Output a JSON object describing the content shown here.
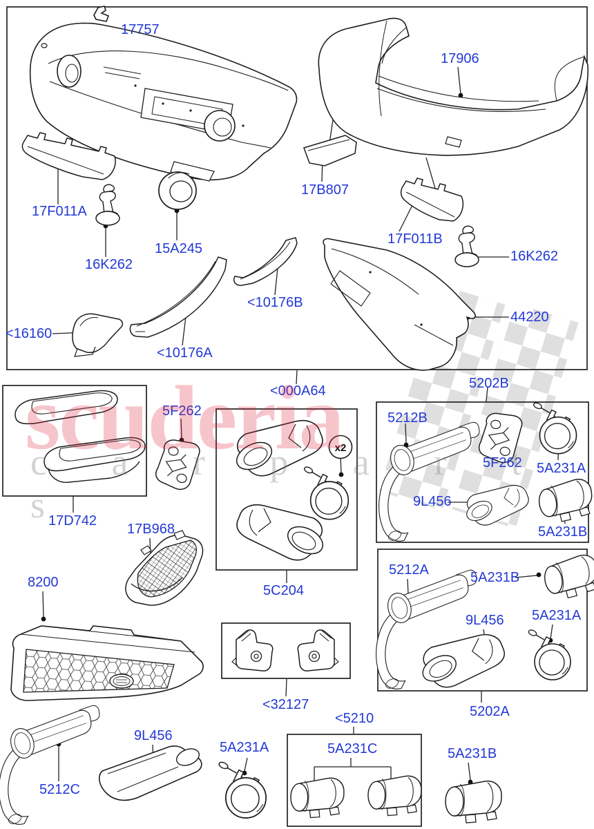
{
  "watermark": {
    "brand": "scuderia",
    "tagline": "c a r p a r t s",
    "brand_color": "#de2038",
    "checker_color": "#c5c5c5"
  },
  "style": {
    "label_color": "#2239d6"
  },
  "badges": {
    "x2": "x2"
  },
  "labels": {
    "p17757": "17757",
    "p17906": "17906",
    "p17F011A": "17F011A",
    "p16K262_left": "16K262",
    "p15A245": "15A245",
    "p17B807": "17B807",
    "p17F011B": "17F011B",
    "p16K262_right": "16K262",
    "p16160": "<16160",
    "p10176A": "<10176A",
    "p10176B": "<10176B",
    "p44220": "44220",
    "p000A64": "<000A64",
    "p5F262_a": "5F262",
    "p5202B": "5202B",
    "p5212B": "5212B",
    "p5F262_b": "5F262",
    "p5A231A_1": "5A231A",
    "p9L456_1": "9L456",
    "p5A231B_1": "5A231B",
    "p17D742": "17D742",
    "p17B968": "17B968",
    "p5C204": "5C204",
    "p8200": "8200",
    "p5212A": "5212A",
    "p5A231B_2": "5A231B",
    "p9L456_2": "9L456",
    "p5A231A_2": "5A231A",
    "p5202A": "5202A",
    "p32127": "<32127",
    "p5212C": "5212C",
    "p9L456_3": "9L456",
    "p5A231A_3": "5A231A",
    "p5210": "<5210",
    "p5A231C": "5A231C",
    "p5A231B_3": "5A231B"
  }
}
